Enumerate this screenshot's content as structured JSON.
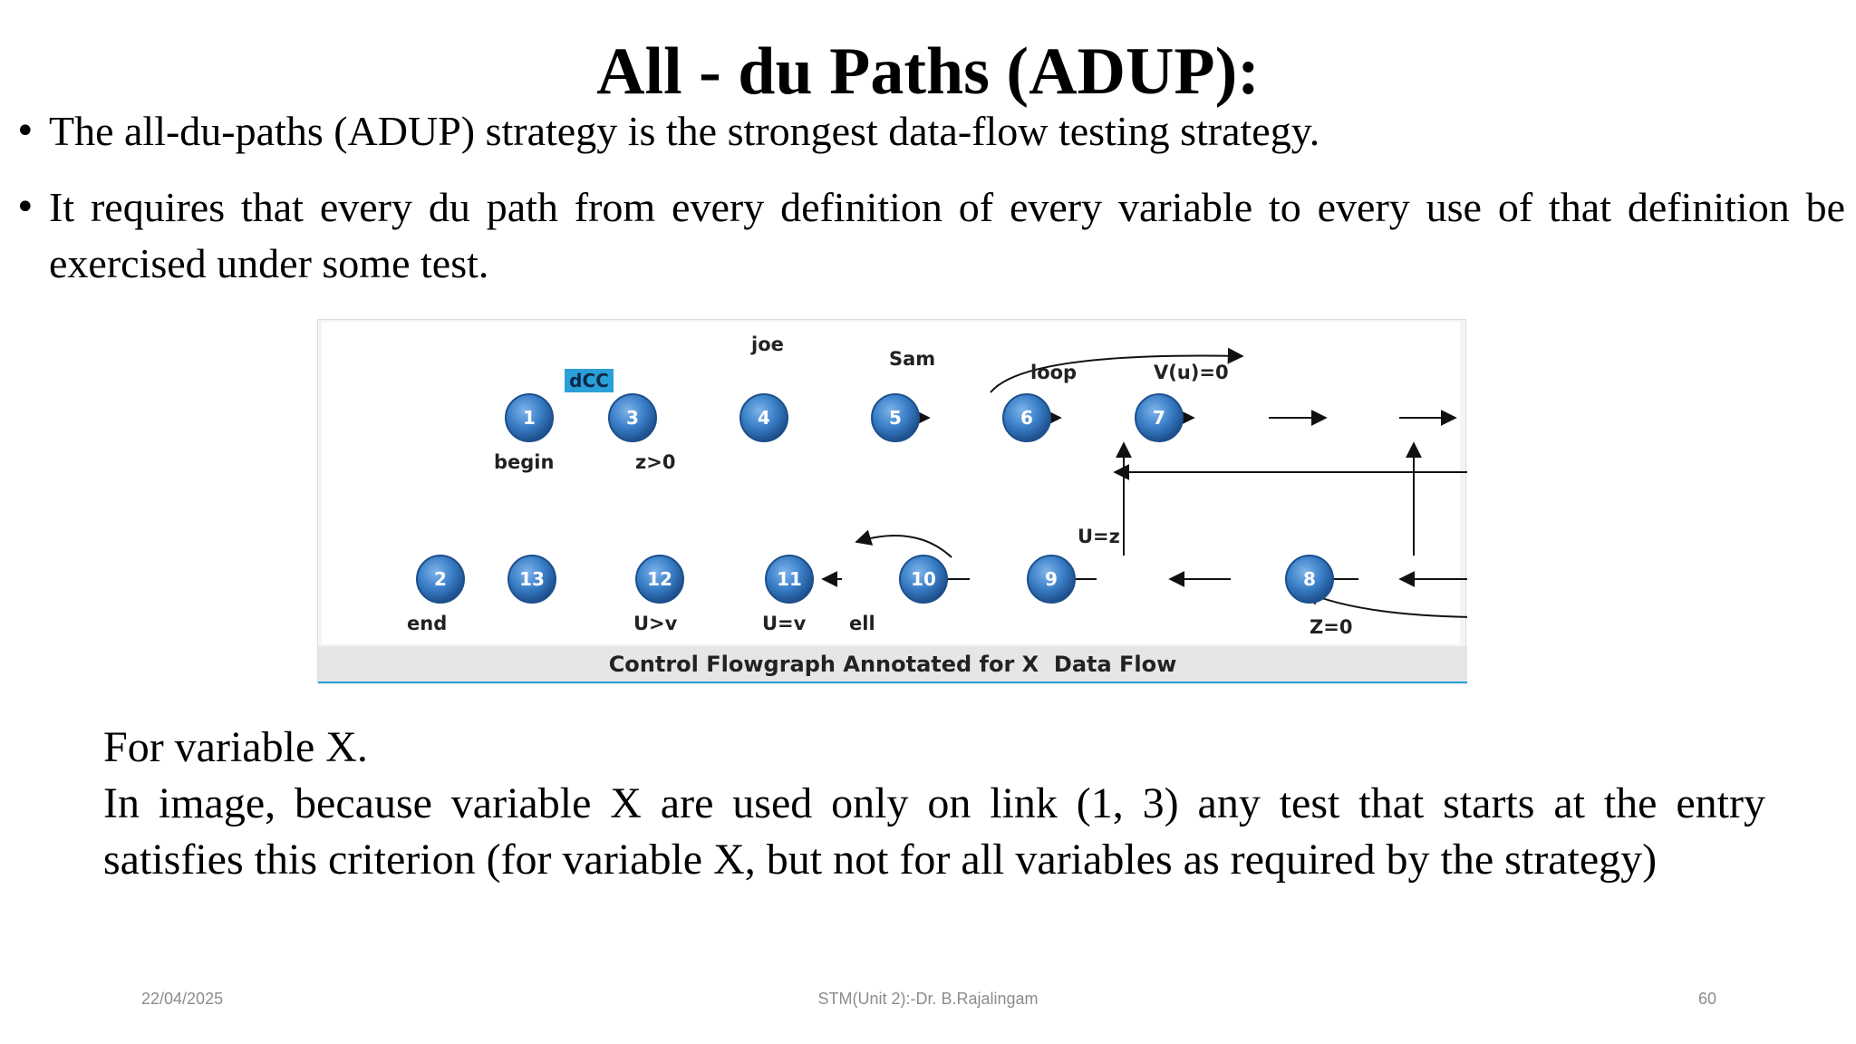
{
  "slide": {
    "title": "All - du Paths (ADUP):",
    "bullets": [
      "The all-du-paths (ADUP) strategy is the strongest data-flow testing strategy.",
      "It requires that every du path from every definition of every variable to every use of that definition be exercised under some test."
    ],
    "paragraphs": [
      "For variable X.",
      "In image, because variable X are used only on link (1, 3) any test that starts at the entry satisfies this criterion (for variable X, but not for all variables as required by the strategy)"
    ],
    "footer": {
      "date": "22/04/2025",
      "center": "STM(Unit 2):-Dr. B.Rajalingam",
      "page": "60"
    }
  },
  "diagram": {
    "caption": "Control Flowgraph Annotated for X  Data Flow",
    "colors": {
      "node_fill": "#3a7fc8",
      "node_dark": "#1d4f8c",
      "highlight": "#2aa0d8",
      "band": "#e6e6e6"
    },
    "nodes": [
      {
        "id": "1"
      },
      {
        "id": "3"
      },
      {
        "id": "4"
      },
      {
        "id": "5"
      },
      {
        "id": "6"
      },
      {
        "id": "7"
      },
      {
        "id": "2"
      },
      {
        "id": "13"
      },
      {
        "id": "12"
      },
      {
        "id": "11"
      },
      {
        "id": "10"
      },
      {
        "id": "9"
      },
      {
        "id": "8"
      }
    ],
    "labels": {
      "highlight": "dCC",
      "joe": "joe",
      "sam": "Sam",
      "loop": "loop",
      "vu": "V(u)=0",
      "begin": "begin",
      "z_gt_0": "z>0",
      "u_eq_z": "U=z",
      "end": "end",
      "u_gt_v": "U>v",
      "u_eq_v": "U=v",
      "ell": "ell",
      "z_eq_0": "Z=0"
    }
  }
}
